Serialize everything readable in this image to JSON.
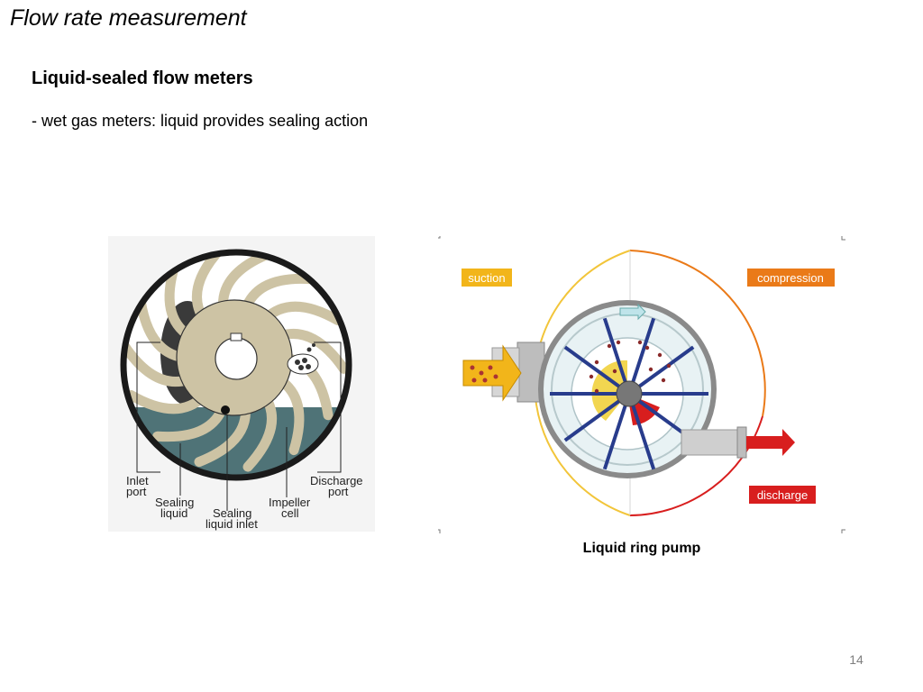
{
  "slide": {
    "title": "Flow rate measurement",
    "heading": "Liquid-sealed flow meters",
    "bullet": "- wet gas meters: liquid provides sealing action",
    "page_number": "14"
  },
  "meter_figure": {
    "labels": {
      "inlet_port_1": "Inlet",
      "inlet_port_2": "port",
      "sealing_liquid_1": "Sealing",
      "sealing_liquid_2": "liquid",
      "sealing_inlet_1": "Sealing",
      "sealing_inlet_2": "liquid inlet",
      "impeller_1": "Impeller",
      "impeller_2": "cell",
      "discharge_1": "Discharge",
      "discharge_2": "port"
    },
    "colors": {
      "liquid": "#4f7377",
      "impeller": "#cdc3a4",
      "outline": "#1a1a1a"
    }
  },
  "pump_figure": {
    "caption": "Liquid ring pump",
    "tags": {
      "suction": "suction",
      "compression": "compression",
      "discharge": "discharge"
    },
    "colors": {
      "suction": "#f2b51a",
      "compression": "#ea7a18",
      "discharge": "#d81e1e",
      "ring": "#e8f2f4",
      "blade": "#283c8c"
    }
  }
}
